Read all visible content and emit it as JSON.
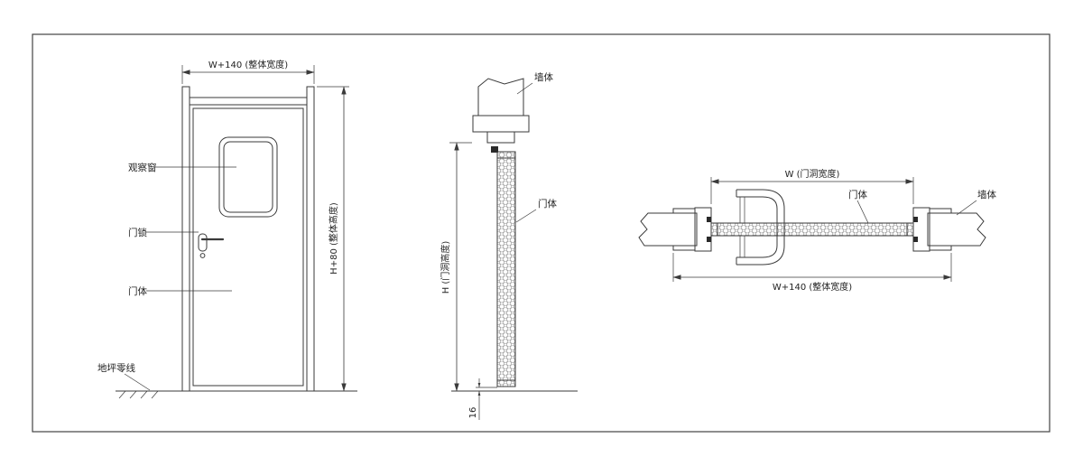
{
  "front_view": {
    "dim_top": "W+140 (整体宽度)",
    "dim_right": "H+80 (整体高度)",
    "labels": {
      "window": "观察窗",
      "lock": "门锁",
      "door": "门体",
      "floor": "地坪零线"
    }
  },
  "section_view": {
    "labels": {
      "wall": "墙体",
      "door": "门体"
    },
    "dim_left": "H (门洞高度)",
    "dim_bottom": "16"
  },
  "plan_view": {
    "dim_top": "W (门洞宽度)",
    "dim_bottom": "W+140 (整体宽度)",
    "labels": {
      "door": "门体",
      "wall": "墙体"
    }
  }
}
